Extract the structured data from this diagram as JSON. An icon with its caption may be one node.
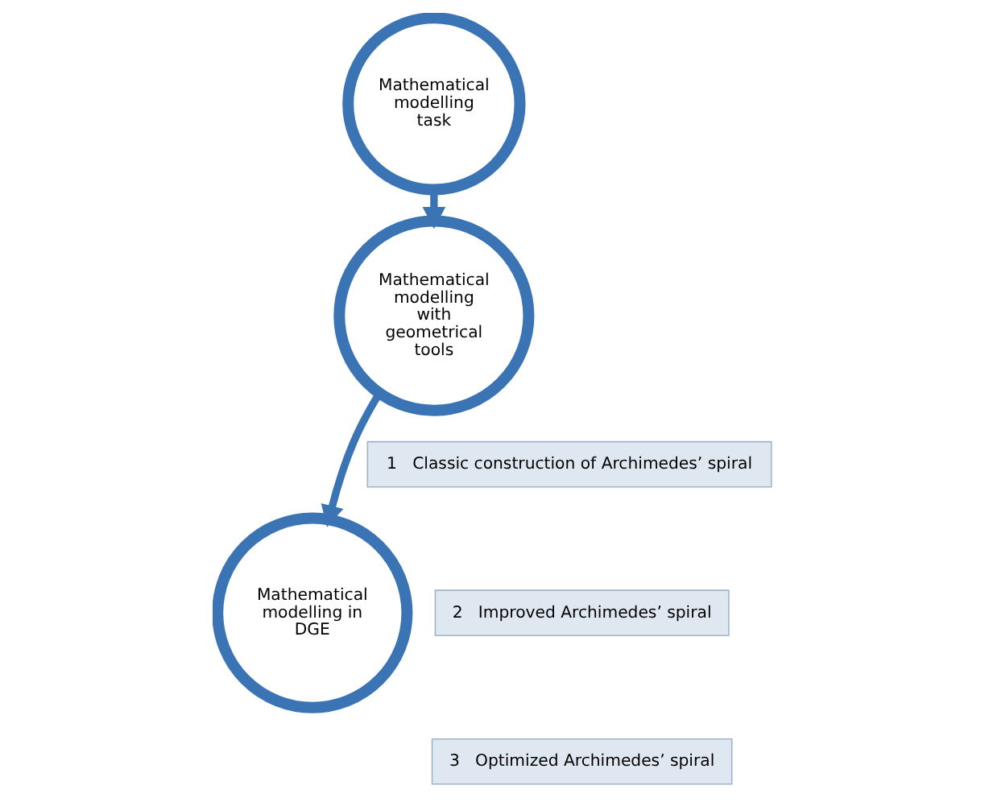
{
  "diagram": {
    "nodes": [
      {
        "text": [
          "Mathematical modelling task"
        ]
      },
      {
        "text": [
          "Mathematical modelling with geometrical tools"
        ]
      },
      {
        "text": [
          "Mathematical modelling in DGE"
        ]
      },
      {
        "text": [
          "1",
          "Classic construction of Archimedes’ spiral"
        ]
      },
      {
        "text": [
          "2",
          "Improved Archimedes’ spiral"
        ]
      },
      {
        "text": [
          "3",
          "Optimized Archimedes’ spiral"
        ]
      }
    ],
    "edges": [
      {
        "from": 0,
        "to": 1,
        "arrow": "to"
      },
      {
        "from": 1,
        "to": 2,
        "arrow": "to"
      }
    ]
  }
}
